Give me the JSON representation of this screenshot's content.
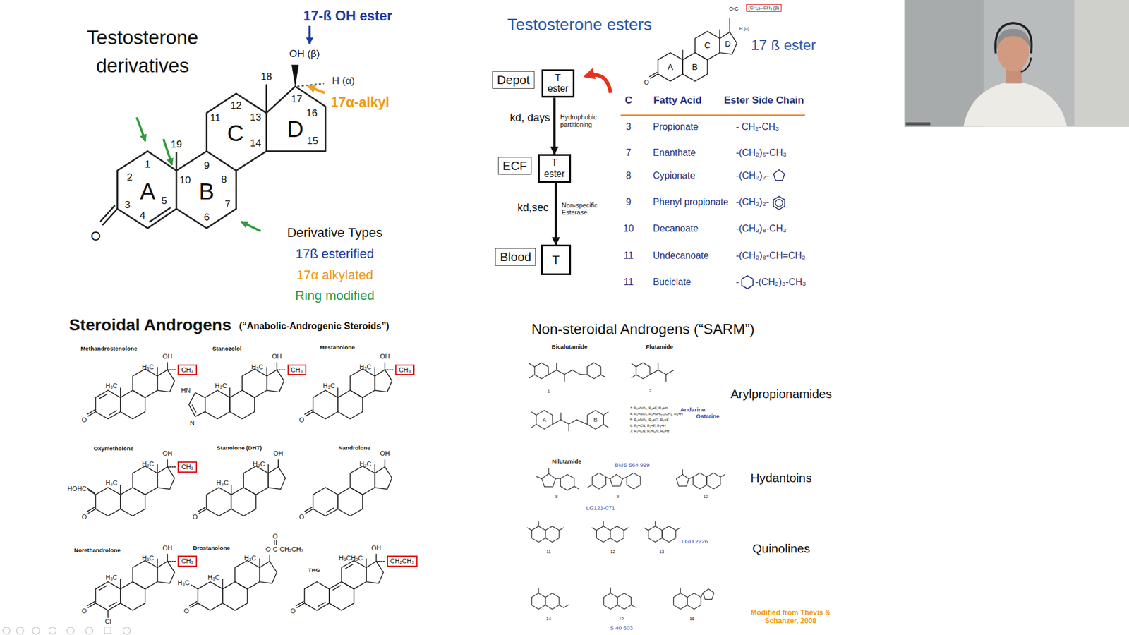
{
  "diagram": {
    "title": "Testosterone derivatives",
    "nodes": [
      {
        "text": [
          "Depot"
        ]
      },
      {
        "text": [
          "T ester"
        ]
      },
      {
        "text": [
          "ECF"
        ]
      },
      {
        "text": [
          "T ester"
        ]
      },
      {
        "text": [
          "Blood"
        ]
      },
      {
        "text": [
          "T"
        ]
      },
      {
        "text": [
          "(CH₂)ₙ-CH₃ (β)"
        ]
      },
      {
        "text": [
          "CH₃"
        ]
      },
      {
        "text": [
          "CH₃"
        ]
      },
      {
        "text": [
          "CH₃"
        ]
      },
      {
        "text": [
          "CH₃"
        ]
      },
      {
        "text": [
          "CH₃"
        ]
      },
      {
        "text": [
          "CH₂CH₃"
        ]
      }
    ],
    "edges": [
      {
        "from": 1,
        "to": 3,
        "label": "Hydrophobic partitioning",
        "arrow": "to"
      },
      {
        "from": 3,
        "to": 5,
        "label": "Non-specific Esterase",
        "arrow": "to"
      }
    ],
    "labels": [
      "17-ß OH ester",
      "OH (β)",
      "H (α)",
      "17α-alkyl",
      "18",
      "17",
      "12",
      "11",
      "13",
      "16",
      "C",
      "D",
      "14",
      "15",
      "19",
      "1",
      "9",
      "2",
      "10",
      "8",
      "A",
      "B",
      "5",
      "3",
      "7",
      "4",
      "6",
      "O",
      "Derivative Types",
      "17ß esterified",
      "17α alkylated",
      "Ring modified",
      "kd, days",
      "kd,sec",
      "Testosterone esters",
      "A",
      "B",
      "C",
      "D",
      "O",
      "O-C",
      "H (α)",
      "17 ß ester",
      "C",
      "Fatty Acid",
      "Ester Side Chain",
      "3",
      "Propionate",
      "- CH₂-CH₃",
      "7",
      "Enanthate",
      "-(CH₂)₅-CH₃",
      "8",
      "Cypionate",
      "-(CH₂)₂-",
      "9",
      "Phenyl propionate",
      "-(CH₂)₂-",
      "10",
      "Decanoate",
      "-(CH₂)₈-CH₃",
      "11",
      "Undecanoate",
      "-(CH₂)₈-CH=CH₂",
      "11",
      "Buciclate",
      "-",
      "-(CH₂)₃-CH₃",
      "Steroidal Androgens",
      "(“Anabolic-Androgenic Steroids”)",
      "Methandrostenolone",
      "OH",
      "H₃C",
      "H₃C",
      "O",
      "Stanozolol",
      "OH",
      "H₃C",
      "H₃C",
      "HN",
      "N",
      "Mestanolone",
      "OH",
      "H₃C",
      "H₃C",
      "O",
      "Oxymetholone",
      "OH",
      "H₃C",
      "H₃C",
      "HOHC",
      "O",
      "Stanolone (DHT)",
      "OH",
      "H₃C",
      "H₃C",
      "O",
      "Nandrolone",
      "OH",
      "H₃C",
      "O",
      "Norethandrolone",
      "OH",
      "H₃C",
      "H₃C",
      "O",
      "Cl",
      "Drostanolone",
      "O",
      "O-C-CH₂CH₃",
      "H₃C",
      "H₃C",
      "H₃C",
      "O",
      "THG",
      "OH",
      "H₃CH₂C",
      "O",
      "Non-steroidal Androgens (“SARM”)",
      "Bicalutamide",
      "Flutamide",
      "1",
      "2",
      "Arylpropionamides",
      "A",
      "B",
      "3: R₁=NO₂, R₂=F, R₃=H",
      "4: R₁=NO₂, R₂=NHCOCH₃, R₃=H",
      "5: R₁=NO₂, R₂=Cl, R₃=F",
      "6: R₁=CN, R₂=F, R₃=H",
      "7: R₁=CN, R₂=CN, R₃=H",
      "Andarine",
      "Ostarine",
      "Nilutamide",
      "BMS 564 929",
      "8",
      "9",
      "10",
      "Hydantoins",
      "LG121-071",
      "LGD 2226",
      "11",
      "12",
      "13",
      "Quinolines",
      "14",
      "15",
      "16",
      "S 40 503",
      "Modified from Thevis & Schanzer, 2008"
    ]
  }
}
